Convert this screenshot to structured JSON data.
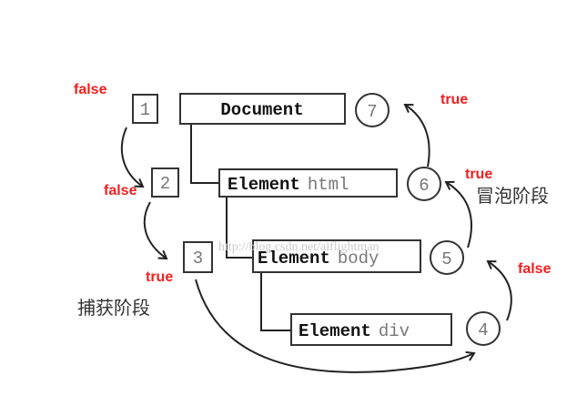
{
  "nodes": {
    "document": {
      "keyword": "Document",
      "tag": ""
    },
    "html": {
      "keyword": "Element",
      "tag": "html"
    },
    "body": {
      "keyword": "Element",
      "tag": "body"
    },
    "div": {
      "keyword": "Element",
      "tag": "div"
    }
  },
  "capture_steps": [
    "1",
    "2",
    "3"
  ],
  "bubble_steps": [
    "4",
    "5",
    "6",
    "7"
  ],
  "labels": {
    "step1": "false",
    "step2": "false",
    "step3": "true",
    "step4": "false",
    "step6": "true",
    "step7": "true"
  },
  "phases": {
    "capture": "捕获阶段",
    "bubble": "冒泡阶段"
  },
  "watermark": "http://blog.csdn.net/aiflightman",
  "colors": {
    "label": "#f02020",
    "line": "#222222"
  }
}
